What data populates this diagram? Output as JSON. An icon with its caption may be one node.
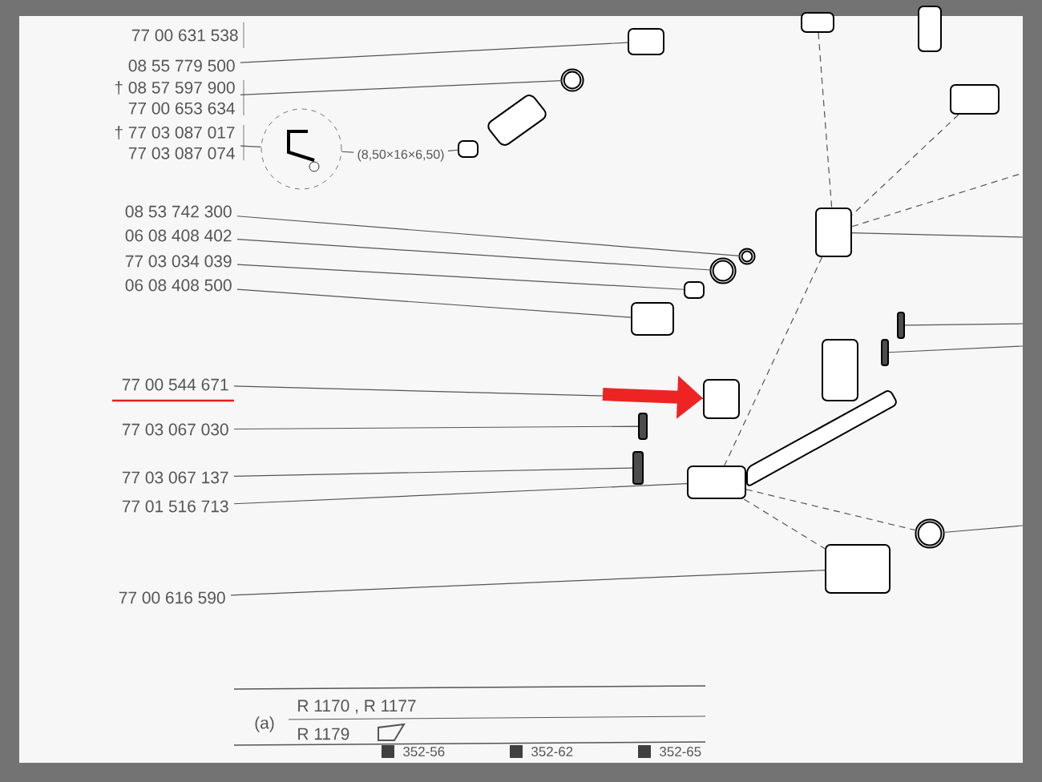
{
  "diagram": {
    "nodes": [
      {
        "text": [
          "08 55 779 500"
        ]
      },
      {
        "text": [
          "† 08 57 597 900",
          "77 00 653 634"
        ]
      },
      {
        "text": [
          "† 77 03 087 017",
          "77 03 087 074"
        ]
      },
      {
        "text": [],
        "shape": "circle"
      },
      {
        "text": [
          "(8,50×16×6,50)"
        ]
      },
      {
        "text": [
          "08 53 742 300"
        ]
      },
      {
        "text": [
          "06 08 408 402"
        ]
      },
      {
        "text": [
          "77 03 034 039"
        ]
      },
      {
        "text": [
          "06 08 408 500"
        ]
      },
      {
        "text": [
          "77 00 544 671"
        ]
      },
      {
        "text": [
          "77 03 067 030"
        ]
      },
      {
        "text": [
          "77 03 067 137"
        ]
      },
      {
        "text": [
          "77 01 516 713"
        ]
      },
      {
        "text": [
          "77 00 616 590"
        ]
      },
      {
        "text": [],
        "shape": "box"
      },
      {
        "text": [],
        "shape": "circle"
      },
      {
        "text": [],
        "shape": "box"
      },
      {
        "text": [],
        "shape": "circle"
      },
      {
        "text": [],
        "shape": "circle"
      },
      {
        "text": [],
        "shape": "box"
      },
      {
        "text": [],
        "shape": "box"
      },
      {
        "text": [],
        "shape": "box"
      },
      {
        "text": [],
        "shape": "box"
      },
      {
        "text": [],
        "shape": "bar"
      },
      {
        "text": [],
        "shape": "bar"
      },
      {
        "text": [],
        "shape": "box"
      },
      {
        "text": [],
        "shape": "circle"
      },
      {
        "text": [],
        "shape": "box"
      },
      {
        "text": [],
        "shape": "box"
      },
      {
        "text": [],
        "shape": "box"
      },
      {
        "text": [],
        "shape": "box"
      },
      {
        "text": [],
        "shape": "bar"
      },
      {
        "text": [],
        "shape": "bar"
      }
    ],
    "edges": [
      {
        "from": 0,
        "to": 14,
        "arrow": "none"
      },
      {
        "from": 1,
        "to": 15,
        "arrow": "none"
      },
      {
        "from": 2,
        "to": 3,
        "arrow": "none"
      },
      {
        "from": 3,
        "to": 4,
        "arrow": "none"
      },
      {
        "from": 4,
        "to": 16,
        "arrow": "none"
      },
      {
        "from": 5,
        "to": 17,
        "arrow": "none"
      },
      {
        "from": 6,
        "to": 18,
        "arrow": "none"
      },
      {
        "from": 7,
        "to": 19,
        "arrow": "none"
      },
      {
        "from": 8,
        "to": 20,
        "arrow": "none"
      },
      {
        "from": 9,
        "to": 22,
        "arrow": "none"
      },
      {
        "from": 10,
        "to": 23,
        "arrow": "none"
      },
      {
        "from": 11,
        "to": 24,
        "arrow": "none"
      },
      {
        "from": 12,
        "to": 25,
        "arrow": "none"
      },
      {
        "from": 13,
        "to": 27,
        "arrow": "none"
      },
      {
        "from": 21,
        "to": null,
        "arrow": "none"
      },
      {
        "from": 31,
        "to": null,
        "arrow": "none"
      },
      {
        "from": 32,
        "to": null,
        "arrow": "none"
      },
      {
        "from": 26,
        "to": null,
        "arrow": "none"
      },
      {
        "from": null,
        "to": 22,
        "arrow": "to",
        "style": "thick",
        "color": "#ee2424"
      },
      {
        "from": 28,
        "to": 21,
        "arrow": "none",
        "style": "dashed"
      },
      {
        "from": 30,
        "to": 21,
        "arrow": "none",
        "style": "dashed"
      },
      {
        "from": 21,
        "to": null,
        "arrow": "none",
        "style": "dashed"
      },
      {
        "from": 21,
        "to": 25,
        "arrow": "none",
        "style": "dashed"
      },
      {
        "from": 25,
        "to": 26,
        "arrow": "none",
        "style": "dashed"
      },
      {
        "from": 25,
        "to": 27,
        "arrow": "none",
        "style": "dashed"
      }
    ],
    "labels": [
      "77 00 631 538",
      "(a)",
      "R 1170 , R 1177",
      "R 1179",
      "352-56",
      "352-62",
      "352-65"
    ]
  }
}
